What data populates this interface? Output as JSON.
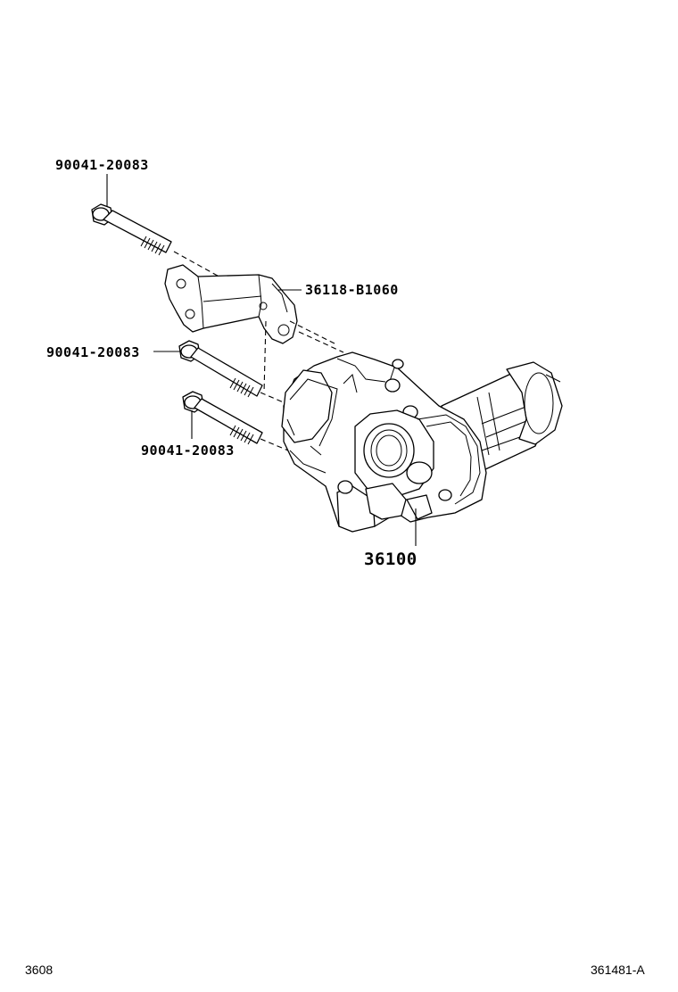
{
  "callouts": {
    "bolt_top": "90041-20083",
    "bracket": "36118-B1060",
    "bolt_middle": "90041-20083",
    "bolt_bottom": "90041-20083",
    "transfer_assembly": "36100"
  },
  "footer": {
    "left_code": "3608",
    "right_code": "361481-A"
  }
}
